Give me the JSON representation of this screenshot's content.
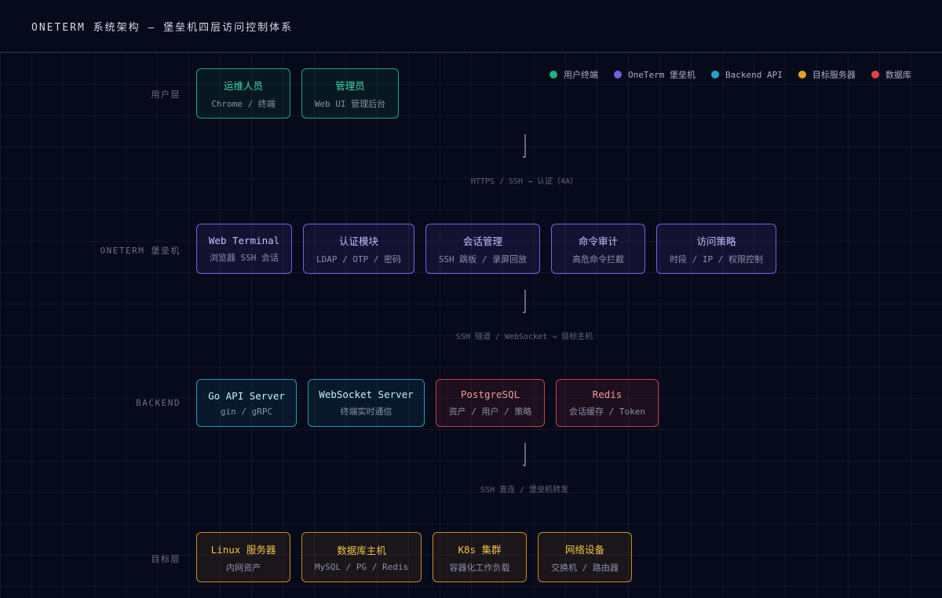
{
  "title": "ONETERM 系统架构 — 堡垒机四层访问控制体系",
  "legend": [
    {
      "label": "用户终端",
      "color": "#1fb37f"
    },
    {
      "label": "OneTerm 堡垒机",
      "color": "#7b5ce0"
    },
    {
      "label": "Backend API",
      "color": "#1aa8c8"
    },
    {
      "label": "目标服务器",
      "color": "#e8a020"
    },
    {
      "label": "数据库",
      "color": "#e04545"
    }
  ],
  "layers": [
    {
      "label": "用户层",
      "nodes": [
        {
          "title": "运维人员",
          "sub": "Chrome / 终端"
        },
        {
          "title": "管理员",
          "sub": "Web UI 管理后台"
        }
      ]
    },
    {
      "label": "ONETERM 堡垒机",
      "nodes": [
        {
          "title": "Web Terminal",
          "sub": "浏览器 SSH 会话"
        },
        {
          "title": "认证模块",
          "sub": "LDAP / OTP / 密码"
        },
        {
          "title": "会话管理",
          "sub": "SSH 跳板 / 录屏回放"
        },
        {
          "title": "命令审计",
          "sub": "高危命令拦截"
        },
        {
          "title": "访问策略",
          "sub": "时段 / IP / 权限控制"
        }
      ]
    },
    {
      "label": "BACKEND",
      "nodes": [
        {
          "title": "Go API Server",
          "sub": "gin / gRPC"
        },
        {
          "title": "WebSocket Server",
          "sub": "终端实时通信"
        },
        {
          "title": "PostgreSQL",
          "sub": "资产 / 用户 / 策略"
        },
        {
          "title": "Redis",
          "sub": "会话缓存 / Token"
        }
      ]
    },
    {
      "label": "目标层",
      "nodes": [
        {
          "title": "Linux 服务器",
          "sub": "内网资产"
        },
        {
          "title": "数据库主机",
          "sub": "MySQL / PG / Redis"
        },
        {
          "title": "K8s 集群",
          "sub": "容器化工作负载"
        },
        {
          "title": "网络设备",
          "sub": "交换机 / 路由器"
        }
      ]
    }
  ],
  "connectors": [
    {
      "label": "HTTPS / SSH → 认证（4A）"
    },
    {
      "label": "SSH 隧道 / WebSocket → 目标主机"
    },
    {
      "label": "SSH 直连 / 堡垒机转发"
    }
  ]
}
